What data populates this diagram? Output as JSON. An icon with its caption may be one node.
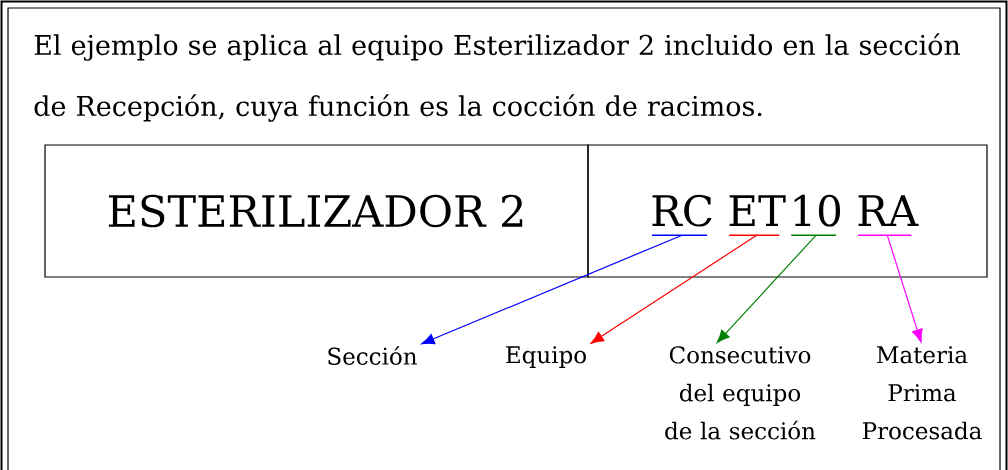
{
  "diagram": {
    "nodes": [
      {
        "text": [
          "ESTERILIZADOR 2"
        ]
      },
      {
        "text": [],
        "shape": "box"
      },
      {
        "text": [
          "RC"
        ],
        "in": 1
      },
      {
        "text": [
          "ET"
        ],
        "in": 1
      },
      {
        "text": [
          "10"
        ],
        "in": 1
      },
      {
        "text": [
          "RA"
        ],
        "in": 1
      },
      {
        "text": [
          "Sección"
        ]
      },
      {
        "text": [
          "Equipo"
        ]
      },
      {
        "text": [
          "Consecutivo del equipo de la sección"
        ]
      },
      {
        "text": [
          "Materia Prima Procesada"
        ]
      }
    ],
    "edges": [
      {
        "from": 2,
        "to": 6,
        "arrow": "to",
        "color": "#0000ff"
      },
      {
        "from": 3,
        "to": 7,
        "arrow": "to",
        "color": "#ff0000"
      },
      {
        "from": 4,
        "to": 8,
        "arrow": "to",
        "color": "#008000"
      },
      {
        "from": 5,
        "to": 9,
        "arrow": "to",
        "color": "#ff00ff"
      }
    ],
    "labels": [
      "El ejemplo se aplica al equipo Esterilizador 2 incluido en la sección de Recepción, cuya función es la cocción de racimos."
    ]
  }
}
